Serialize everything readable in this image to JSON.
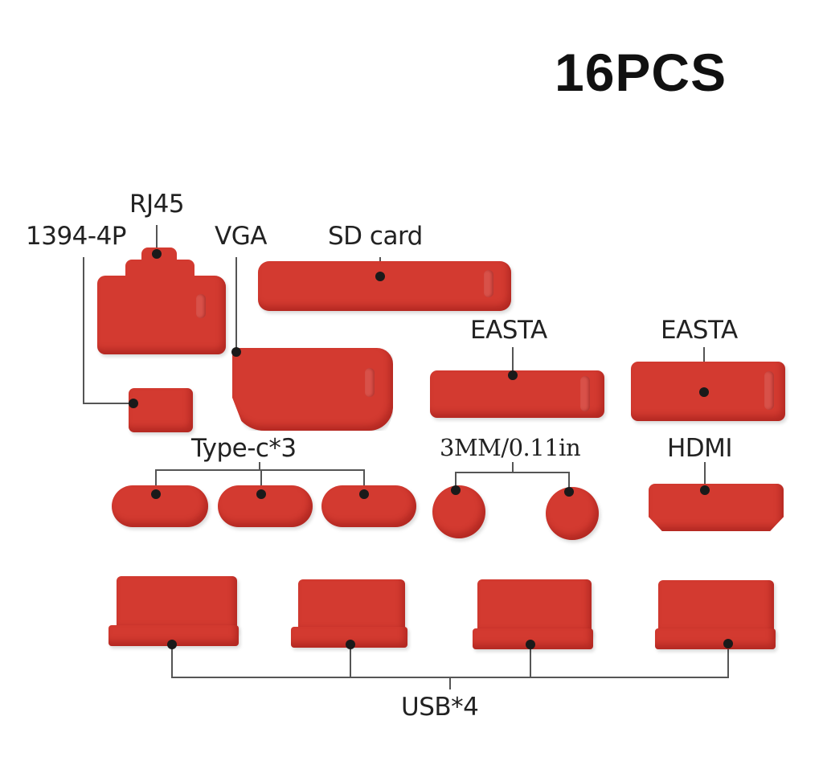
{
  "title": "16PCS",
  "accent_color": "#d33a30",
  "labels": {
    "ieee1394": "1394-4P",
    "rj45": "RJ45",
    "vga": "VGA",
    "sd_card": "SD card",
    "esata_1": "EASTA",
    "esata_2": "EASTA",
    "type_c": "Type-c*3",
    "round": "3MM/0.11in",
    "hdmi": "HDMI",
    "usb": "USB*4"
  },
  "plugs": [
    {
      "name": "1394-4P",
      "count": 1
    },
    {
      "name": "RJ45",
      "count": 1
    },
    {
      "name": "VGA",
      "count": 1
    },
    {
      "name": "SD card",
      "count": 1
    },
    {
      "name": "EASTA",
      "count": 2
    },
    {
      "name": "Type-c",
      "count": 3
    },
    {
      "name": "3MM/0.11in",
      "count": 2
    },
    {
      "name": "HDMI",
      "count": 1
    },
    {
      "name": "USB",
      "count": 4
    }
  ]
}
